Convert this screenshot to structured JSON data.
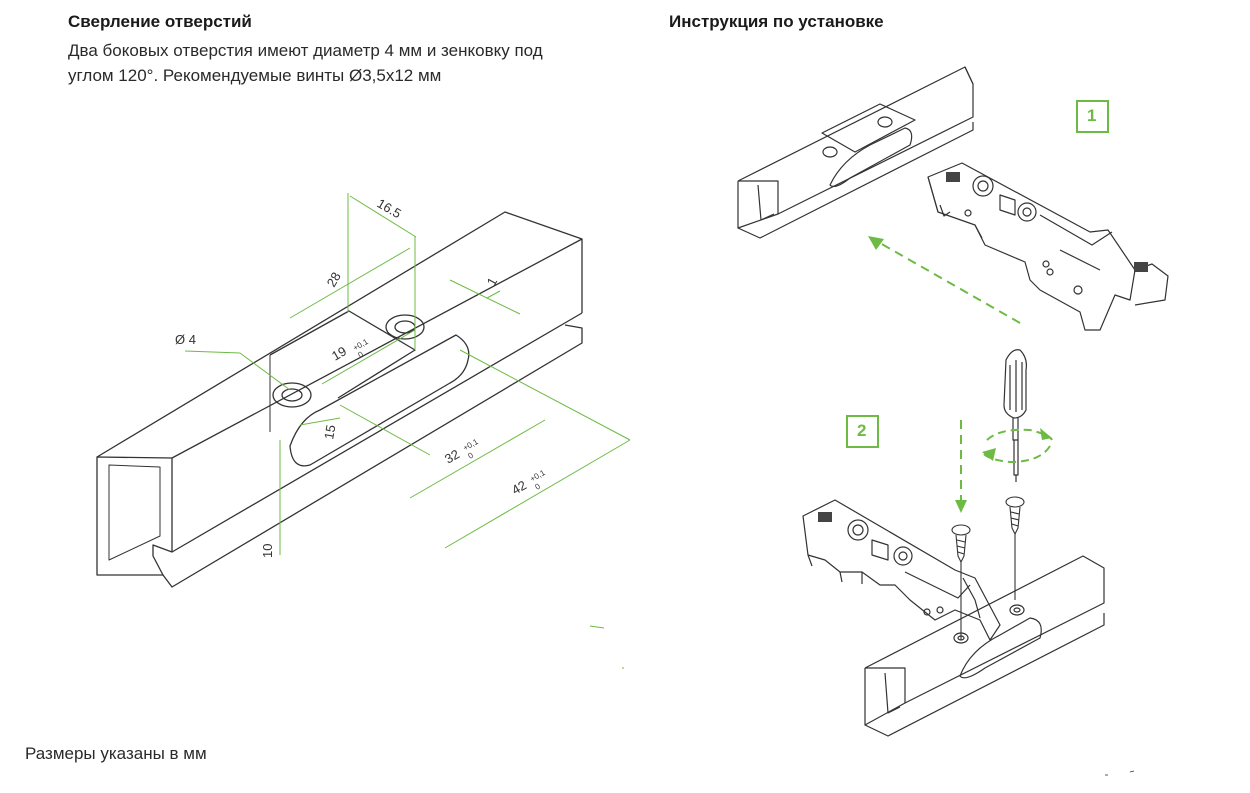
{
  "drilling": {
    "title": "Сверление отверстий",
    "text_line1": "Два боковых отверстия имеют диаметр 4 мм и зенковку под",
    "text_line2": "углом 120°. Рекомендуемые винты Ø3,5x12 мм"
  },
  "installation": {
    "title": "Инструкция по установке",
    "step1": "1",
    "step2": "2"
  },
  "dimensions": {
    "d16_5": "16.5",
    "d28": "28",
    "d1": "1",
    "d_hole": "Ø 4",
    "d19": "19",
    "d15": "15",
    "d32": "32",
    "d42": "42",
    "d10": "10",
    "tol_plus": "+0,1",
    "tol_zero": "0"
  },
  "footer": {
    "units_note": "Размеры указаны в мм"
  },
  "colors": {
    "accent": "#6dbb45",
    "line": "#333333"
  }
}
